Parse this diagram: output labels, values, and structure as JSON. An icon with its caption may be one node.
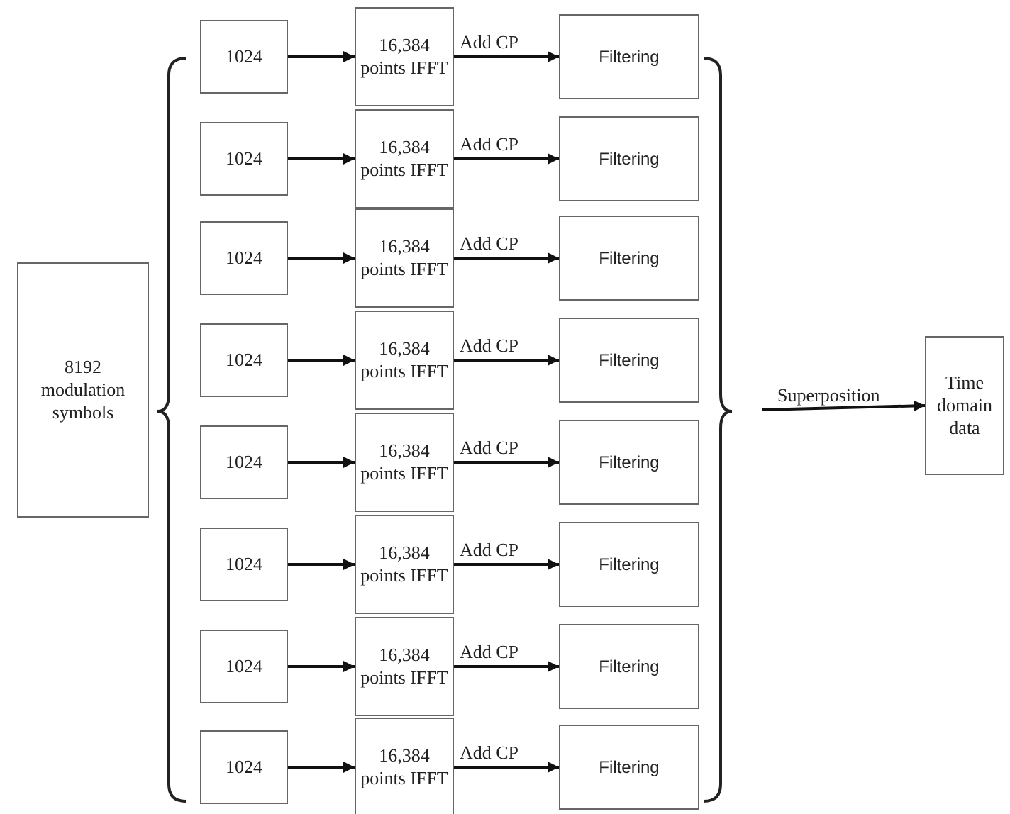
{
  "diagram": {
    "nodes": [
      {
        "text": [
          "8192 modulation symbols"
        ]
      },
      {
        "text": [
          "1024"
        ]
      },
      {
        "text": [
          "16,384 points IFFT"
        ]
      },
      {
        "text": [
          "Filtering"
        ]
      },
      {
        "text": [
          "1024"
        ]
      },
      {
        "text": [
          "16,384 points IFFT"
        ]
      },
      {
        "text": [
          "Filtering"
        ]
      },
      {
        "text": [
          "1024"
        ]
      },
      {
        "text": [
          "16,384 points IFFT"
        ]
      },
      {
        "text": [
          "Filtering"
        ]
      },
      {
        "text": [
          "1024"
        ]
      },
      {
        "text": [
          "16,384 points IFFT"
        ]
      },
      {
        "text": [
          "Filtering"
        ]
      },
      {
        "text": [
          "1024"
        ]
      },
      {
        "text": [
          "16,384 points IFFT"
        ]
      },
      {
        "text": [
          "Filtering"
        ]
      },
      {
        "text": [
          "1024"
        ]
      },
      {
        "text": [
          "16,384 points IFFT"
        ]
      },
      {
        "text": [
          "Filtering"
        ]
      },
      {
        "text": [
          "1024"
        ]
      },
      {
        "text": [
          "16,384 points IFFT"
        ]
      },
      {
        "text": [
          "Filtering"
        ]
      },
      {
        "text": [
          "1024"
        ]
      },
      {
        "text": [
          "16,384 points IFFT"
        ]
      },
      {
        "text": [
          "Filtering"
        ]
      },
      {
        "text": [
          "Time domain data"
        ]
      }
    ],
    "edges": [
      {
        "from": 1,
        "to": 2,
        "arrow": "to"
      },
      {
        "from": 2,
        "to": 3,
        "arrow": "to",
        "label": "Add CP"
      },
      {
        "from": 4,
        "to": 5,
        "arrow": "to"
      },
      {
        "from": 5,
        "to": 6,
        "arrow": "to",
        "label": "Add CP"
      },
      {
        "from": 7,
        "to": 8,
        "arrow": "to"
      },
      {
        "from": 8,
        "to": 9,
        "arrow": "to",
        "label": "Add CP"
      },
      {
        "from": 10,
        "to": 11,
        "arrow": "to"
      },
      {
        "from": 11,
        "to": 12,
        "arrow": "to",
        "label": "Add CP"
      },
      {
        "from": 13,
        "to": 14,
        "arrow": "to"
      },
      {
        "from": 14,
        "to": 15,
        "arrow": "to",
        "label": "Add CP"
      },
      {
        "from": 16,
        "to": 17,
        "arrow": "to"
      },
      {
        "from": 17,
        "to": 18,
        "arrow": "to",
        "label": "Add CP"
      },
      {
        "from": 19,
        "to": 20,
        "arrow": "to"
      },
      {
        "from": 20,
        "to": 21,
        "arrow": "to",
        "label": "Add CP"
      },
      {
        "from": 22,
        "to": 23,
        "arrow": "to"
      },
      {
        "from": 23,
        "to": 24,
        "arrow": "to",
        "label": "Add CP"
      },
      {
        "from": null,
        "to": 25,
        "arrow": "to",
        "label": "Superposition"
      }
    ]
  }
}
